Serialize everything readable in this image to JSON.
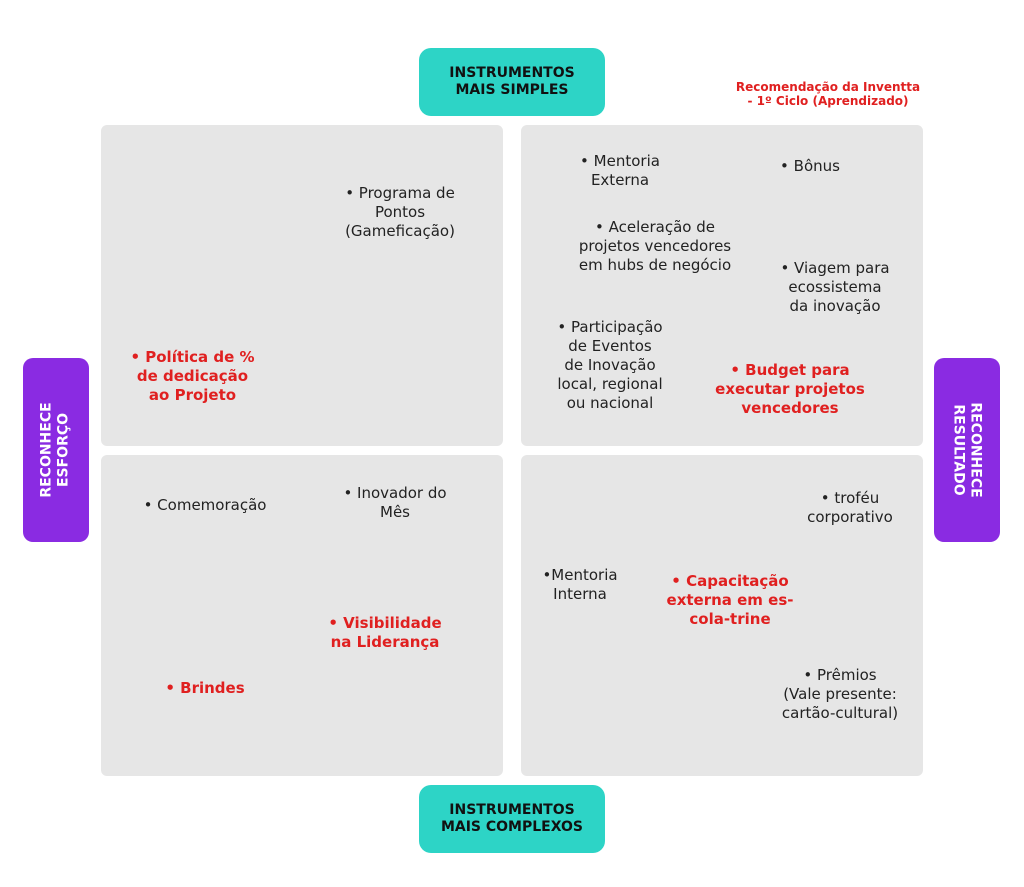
{
  "badges": {
    "top": "INSTRUMENTOS\nMAIS SIMPLES",
    "bottom": "INSTRUMENTOS\nMAIS COMPLEXOS",
    "left": "RECONHECE\nESFORÇO",
    "right": "RECONHECE\nRESULTADO"
  },
  "note": "Recomendação da Inventta\n- 1º Ciclo (Aprendizado)",
  "colors": {
    "teal": "#2dd4c6",
    "purple": "#8a2be2",
    "highlight_red": "#e02020",
    "quadrant_gray": "#e6e6e6"
  },
  "quadrants": {
    "top_left": [
      {
        "text": "• Programa de\nPontos\n(Gameficação)",
        "highlight": false
      },
      {
        "text": "• Política de %\nde dedicação\nao Projeto",
        "highlight": true
      }
    ],
    "top_right": [
      {
        "text": "• Mentoria\nExterna",
        "highlight": false
      },
      {
        "text": "• Bônus",
        "highlight": false
      },
      {
        "text": "• Aceleração de\nprojetos vencedores\nem hubs de negócio",
        "highlight": false
      },
      {
        "text": "• Viagem para\necossistema\nda inovação",
        "highlight": false
      },
      {
        "text": "• Participação\nde Eventos\nde Inovação\nlocal, regional\nou nacional",
        "highlight": false
      },
      {
        "text": "• Budget para\nexecutar projetos\nvencedores",
        "highlight": true
      }
    ],
    "bottom_left": [
      {
        "text": "• Comemoração",
        "highlight": false
      },
      {
        "text": "• Inovador do\nMês",
        "highlight": false
      },
      {
        "text": "• Visibilidade\nna Liderança",
        "highlight": true
      },
      {
        "text": "• Brindes",
        "highlight": true
      }
    ],
    "bottom_right": [
      {
        "text": "• troféu\ncorporativo",
        "highlight": false
      },
      {
        "text": "•Mentoria\nInterna",
        "highlight": false
      },
      {
        "text": "• Capacitação\nexterna em es-\ncola-trine",
        "highlight": true
      },
      {
        "text": "• Prêmios\n(Vale presente:\ncartão-cultural)",
        "highlight": false
      }
    ]
  }
}
